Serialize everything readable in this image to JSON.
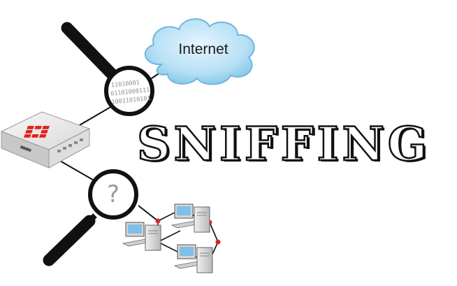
{
  "title": "SNIFFING",
  "cloud": {
    "label": "Internet"
  },
  "upper_lens": {
    "binary_lines": [
      "11010001",
      "01101000111",
      "10011010101"
    ]
  },
  "lower_lens": {
    "symbol": "?"
  },
  "colors": {
    "cloud_fill": "#a9d8f0",
    "cloud_edge": "#6fb6de",
    "firewall_logo": "#e2231a",
    "network_node": "#d92626",
    "magnifier": "#111111"
  },
  "icons": {
    "firewall": "firewall-appliance-icon",
    "cloud": "internet-cloud-icon",
    "computer": "computer-workstation-icon",
    "magnifier": "magnifying-glass-icon"
  }
}
